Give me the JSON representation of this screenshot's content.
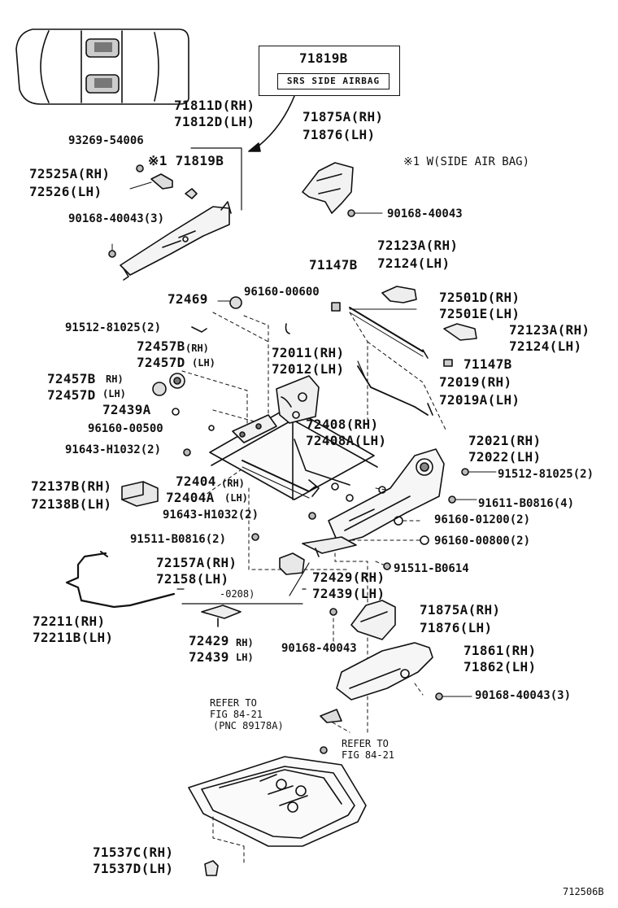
{
  "labels": {
    "srs_part": "71819B",
    "srs_text": "SRS SIDE AIRBAG",
    "l_71811": "71811D(RH)",
    "l_71812": "71812D(LH)",
    "l_71875a": "71875A(RH)",
    "l_71876": "71876(LH)",
    "l_note": "※1 W(SIDE AIR BAG)",
    "l_93269": "93269-54006",
    "l_71819b2": "※1 71819B",
    "l_72525": "72525A(RH)",
    "l_72526": "72526(LH)",
    "l_90168a": "90168-40043(3)",
    "l_90168b": "90168-40043",
    "l_72123a": "72123A(RH)",
    "l_72124": "72124(LH)",
    "l_71147a": "71147B",
    "l_72469": "72469",
    "l_96160a": "96160-00600",
    "l_72501d": "72501D(RH)",
    "l_72501e": "72501E(LH)",
    "l_91512a": "91512-81025(2)",
    "l_72123b": "72123A(RH)",
    "l_72124b": "72124(LH)",
    "l_72457b1": "72457B",
    "l_72457b1s": "(RH)",
    "l_72457d1": "72457D",
    "l_72457d1s": "(LH)",
    "l_72011": "72011(RH)",
    "l_72012": "72012(LH)",
    "l_71147b": "71147B",
    "l_72457b2": "72457B",
    "l_72457b2s": "RH)",
    "l_72457d2": "72457D",
    "l_72457d2s": "(LH)",
    "l_72019": "72019(RH)",
    "l_72019a": "72019A(LH)",
    "l_72439a": "72439A",
    "l_96160b": "96160-00500",
    "l_72408": "72408(RH)",
    "l_72408a": "72408A(LH)",
    "l_72021": "72021(RH)",
    "l_72022": "72022(LH)",
    "l_91643a": "91643-H1032(2)",
    "l_91512b": "91512-81025(2)",
    "l_72137b": "72137B(RH)",
    "l_72138b": "72138B(LH)",
    "l_72404": "72404",
    "l_72404s": "(RH)",
    "l_72404a": "72404A",
    "l_72404as": "(LH)",
    "l_91611": "91611-B0816(4)",
    "l_91643b": "91643-H1032(2)",
    "l_96160c": "96160-01200(2)",
    "l_91511a": "91511-B0816(2)",
    "l_96160d": "96160-00800(2)",
    "l_72157a": "72157A(RH)",
    "l_72158": "72158(LH)",
    "l_91511b": "91511-B0614",
    "l_0208": "-0208)",
    "l_72429a": "72429(RH)",
    "l_72439a2": "72439(LH)",
    "l_72211": "72211(RH)",
    "l_72211b": "72211B(LH)",
    "l_71875a2": "71875A(RH)",
    "l_71876b": "71876(LH)",
    "l_72429b": "72429",
    "l_72429bs": "RH)",
    "l_72439b": "72439",
    "l_72439bs": "LH)",
    "l_90168c": "90168-40043",
    "l_71861": "71861(RH)",
    "l_71862": "71862(LH)",
    "l_90168d": "90168-40043(3)",
    "l_refer1": "REFER TO",
    "l_fig1": "FIG 84-21",
    "l_pnc": "(PNC 89178A)",
    "l_refer2": "REFER TO",
    "l_fig2": "FIG 84-21",
    "l_71537c": "71537C(RH)",
    "l_71537d": "71537D(LH)",
    "l_code": "712506B"
  }
}
